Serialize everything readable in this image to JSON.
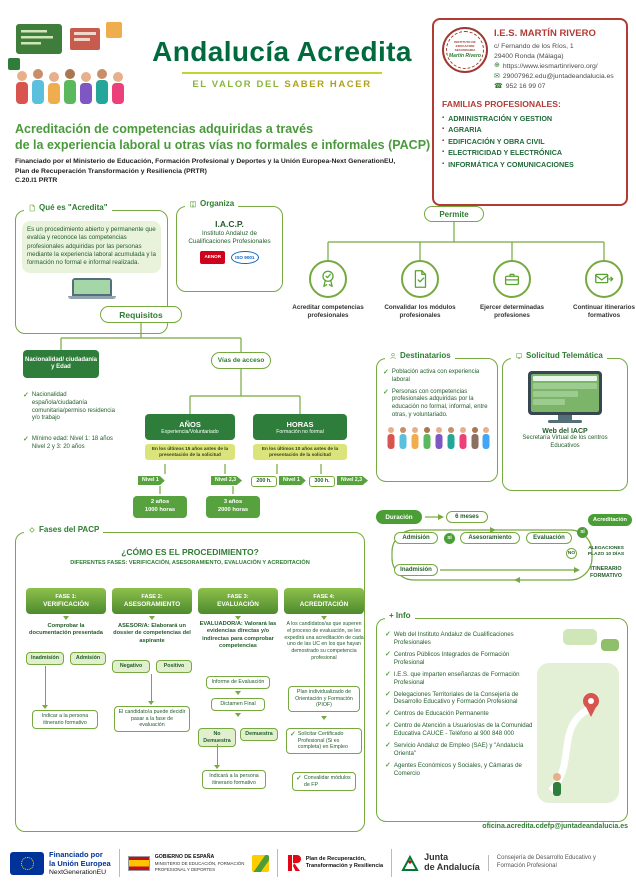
{
  "colors": {
    "brand_green": "#76a93f",
    "dark_green": "#2f7d3b",
    "title_green": "#006a3d",
    "accent_lime": "#c3d430",
    "red": "#b23b34",
    "eu_blue": "#003399",
    "prtr_red": "#e30613",
    "junta_green": "#007a33"
  },
  "header": {
    "title": "Andalucía Acredita",
    "subtitle_prefix": "EL VALOR DEL",
    "subtitle_emphasis": "SABER HACER"
  },
  "school": {
    "name": "I.E.S. MARTÍN RIVERO",
    "address_line1": "c/ Fernando de los Ríos, 1",
    "address_line2": "29400 Ronda (Málaga)",
    "website": "https://www.iesmartinrivero.org/",
    "email": "29007962.edu@juntadeandalucia.es",
    "phone": "952 16 99 07",
    "stamp_top": "INSTITUTO DE EDUCACIÓN SECUNDARIA",
    "stamp_name": "Martín Rivero",
    "families_title": "FAMILIAS PROFESIONALES:",
    "families": [
      "ADMINISTRACIÓN Y GESTION",
      "AGRARIA",
      "EDIFICACIÓN Y OBRA CIVIL",
      "ELECTRICIDAD Y ELECTRÓNICA",
      "INFORMÁTICA Y COMUNICACIONES"
    ]
  },
  "intro": {
    "heading_line1": "Acreditación de competencias adquiridas a través",
    "heading_line2": "de la experiencia laboral u otras vías no formales e informales (PACP)",
    "funding_line1": "Financiado por el Ministerio de Educación, Formación Profesional y Deportes y la Unión Europea-Next GenerationEU,",
    "funding_line2": "Plan de Recuperación Transformación y Resiliencia (PRTR)",
    "funding_line3": "C.20.I1 PRTR"
  },
  "que_es": {
    "tab": "Qué es \"Acredita\"",
    "text": "Es un procedimiento abierto y permanente que evalúa y reconoce las competencias profesionales adquiridas por las personas mediante la experiencia laboral acumulada y la formación no formal e informal realizada."
  },
  "organiza": {
    "tab": "Organiza",
    "abbr": "I.A.C.P.",
    "name": "Instituto Andaluz de Cualificaciones Profesionales",
    "badge1": "AENOR",
    "badge2": "ISO 9001"
  },
  "permite": {
    "tab": "Permite",
    "items": [
      {
        "label": "Acreditar competencias profesionales",
        "icon": "seal-icon"
      },
      {
        "label": "Convalidar los módulos profesionales",
        "icon": "document-check-icon"
      },
      {
        "label": "Ejercer determinadas profesiones",
        "icon": "briefcase-icon"
      },
      {
        "label": "Continuar itinerarios formativos",
        "icon": "envelope-arrow-icon"
      }
    ]
  },
  "requisitos": {
    "title": "Requisitos",
    "nacionalidad_title": "Nacionalidad/ ciudadanía y Edad",
    "nacionalidad_item1": "Nacionalidad española/ciudadanía comunitaria/permiso residencia y/o trabajo",
    "nacionalidad_item2": "Mínimo edad: Nivel 1: 18 años Nivel 2 y 3: 20 años",
    "vias_title": "Vías de acceso",
    "anos_title": "AÑOS",
    "anos_subtitle": "Experiencia/Voluntariado",
    "anos_note": "En los últimos 15 años antes de la presentación de la solicitud",
    "horas_title": "HORAS",
    "horas_subtitle": "Formación no formal",
    "horas_note": "En los últimos 10 años antes de la presentación de la solicitud",
    "nivel1_tag": "Nivel 1",
    "nivel23_tag": "Nivel 2,3",
    "nivel1_value_line1": "2 años",
    "nivel1_value_line2": "1000 horas",
    "nivel23_value_line1": "3 años",
    "nivel23_value_line2": "2000 horas",
    "horas_nivel1_value": "200 h.",
    "horas_nivel1_tag": "Nivel 1",
    "horas_nivel23_value": "300 h.",
    "horas_nivel23_tag": "Nivel 2,3"
  },
  "destinatarios": {
    "tab": "Destinatarios",
    "item1": "Población activa con experiencia laboral",
    "item2": "Personas con competencias profesionales adquiridas por la educación no formal, informal, entre otras, y voluntariado."
  },
  "solicitud": {
    "tab": "Solicitud Telemática",
    "line1": "Web del IACP",
    "line2": "Secretaría Virtual de los centros Educativos"
  },
  "fases": {
    "tab": "Fases del PACP",
    "heading": "¿CÓMO ES EL PROCEDIMIENTO?",
    "subheading": "DIFERENTES FASES: VERIFICACIÓN, ASESORAMIENTO, EVALUACIÓN Y ACREDITACIÓN",
    "fase1": {
      "header_line1": "FASE 1:",
      "header_line2": "VERIFICACIÓN",
      "body": "Comprobar la documentación presentada",
      "outcome_negative": "Inadmisión",
      "outcome_positive": "Admisión",
      "note": "Indicar a la persona itinerario formativo"
    },
    "fase2": {
      "header_line1": "FASE 2:",
      "header_line2": "ASESORAMIENTO",
      "body": "ASESOR/A: Elaborará un dossier de competencias del aspirante",
      "outcome_negative": "Negativo",
      "outcome_positive": "Positivo",
      "note": "El candidato/a puede decidir pasar a la fase de evaluación"
    },
    "fase3": {
      "header_line1": "FASE 3:",
      "header_line2": "EVALUACIÓN",
      "body": "EVALUADOR/A: Valorará las evidencias directas y/o indirectas para comprobar competencias",
      "step1": "Informe de Evaluación",
      "step2": "Dictamen Final",
      "outcome_negative": "No Demuestra",
      "outcome_positive": "Demuestra",
      "note": "Indicará a la persona itinerario formativo"
    },
    "fase4": {
      "header_line1": "FASE 4:",
      "header_line2": "ACREDITACIÓN",
      "body": "A los candidatos/as que superen el proceso de evaluación, se les expedirá una acreditación de cada uno de las UC en los que hayan demostrado su competencia profesional",
      "step1": "Plan individualizado de Orientación y Formación (PIOF)",
      "check1": "Solicitar Certificado Profesional (Si es completa) en Empleo",
      "check2": "Convalidar módulos de FP"
    }
  },
  "flujo": {
    "duracion_label": "Duración",
    "duracion_value": "6 meses",
    "admision": "Admisión",
    "inadmision": "Inadmisión",
    "si_1": "SÍ",
    "asesoramiento": "Asesoramiento",
    "evaluacion": "Evaluación",
    "si_2": "SÍ",
    "no": "NO",
    "acreditacion": "Acreditación",
    "alegaciones_line1": "ALEGACIONES",
    "alegaciones_line2": "PLAZO 10 DÍAS",
    "itinerario_line1": "ITINERARIO",
    "itinerario_line2": "FORMATIVO"
  },
  "info": {
    "tab": "+ Info",
    "items": [
      "Web del Instituto Andaluz de Cualificaciones Profesionales",
      "Centros Públicos Integrados de Formación Profesional",
      "I.E.S. que imparten enseñanzas de Formación Profesional",
      "Delegaciones Territoriales de la Consejería de Desarrollo Educativo y Formación Profesional",
      "Centros de Educación Permanente",
      "Centro de Atención a Usuarios/as de la Comunidad Educativa CAUCE - Teléfono al 900 848 000",
      "Servicio Andaluz de Empleo (SAE) y \"Andalucía Orienta\"",
      "Agentes Económicos y Sociales, y Cámaras de Comercio"
    ],
    "contact_email": "oficina.acredita.cdefp@juntadeandalucia.es"
  },
  "footer": {
    "eu_line1": "Financiado por",
    "eu_line2": "la Unión Europea",
    "eu_next": "NextGenerationEU",
    "gobierno": "GOBIERNO DE ESPAÑA",
    "ministerio": "MINISTERIO DE EDUCACIÓN, FORMACIÓN PROFESIONAL Y DEPORTES",
    "prtr_line1": "Plan de Recuperación,",
    "prtr_line2": "Transformación y Resiliencia",
    "junta_line1": "Junta",
    "junta_line2": "de Andalucía",
    "consejeria": "Consejería de Desarrollo Educativo y Formación Profesional"
  }
}
